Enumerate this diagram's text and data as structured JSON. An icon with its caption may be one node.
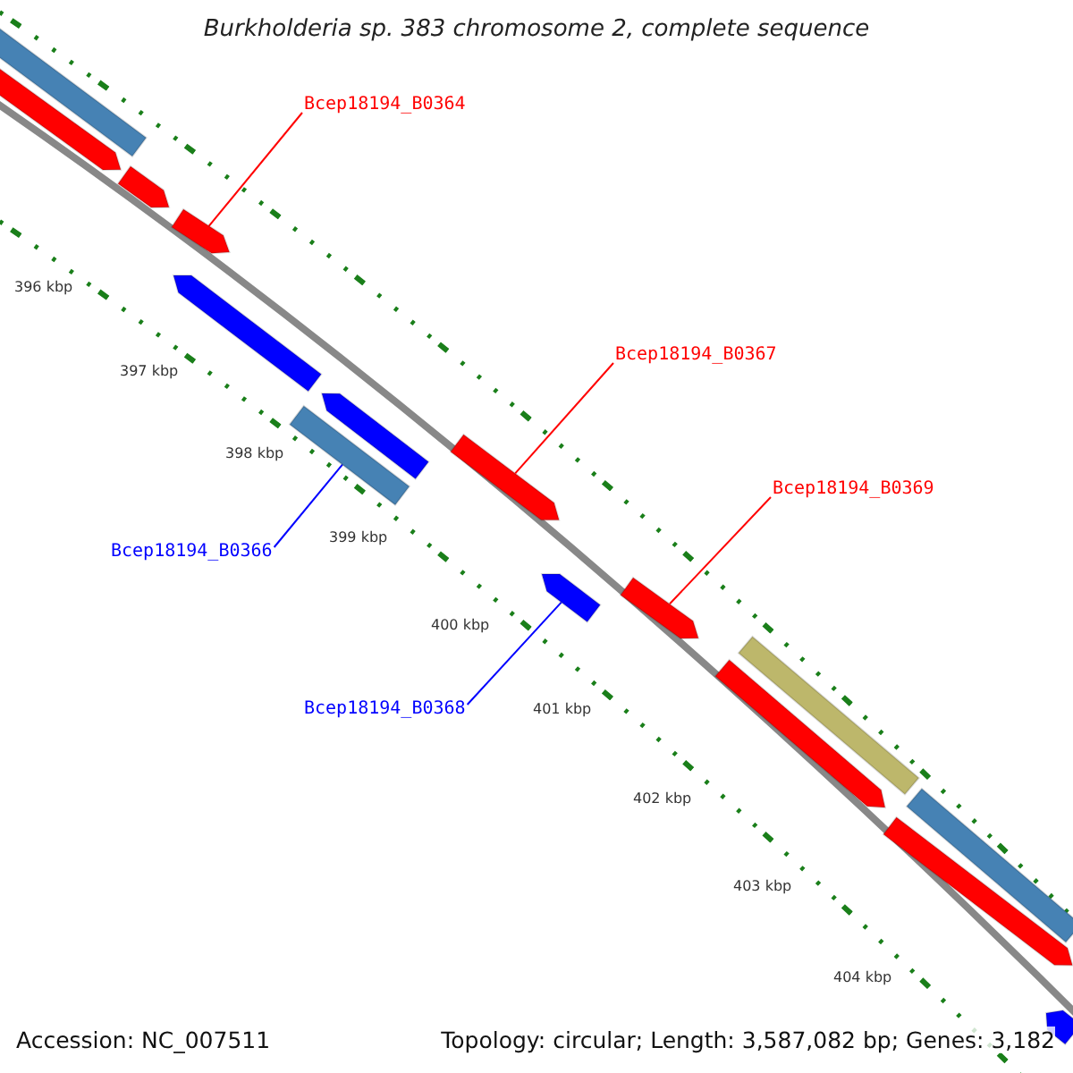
{
  "diagram": {
    "title": "Burkholderia sp. 383 chromosome 2, complete sequence",
    "nodes": [
      {
        "text": [
          "Bcep18194_B0364"
        ]
      },
      {
        "text": [
          "Bcep18194_B0366"
        ]
      },
      {
        "text": [
          "Bcep18194_B0367"
        ]
      },
      {
        "text": [
          "Bcep18194_B0368"
        ]
      },
      {
        "text": [
          "Bcep18194_B0369"
        ]
      },
      {
        "text": [],
        "shape": "bar"
      },
      {
        "text": [],
        "shape": "pentagon"
      },
      {
        "text": [],
        "shape": "pentagon"
      },
      {
        "text": [],
        "shape": "pentagon"
      },
      {
        "text": [],
        "shape": "pentagon"
      },
      {
        "text": [],
        "shape": "bar"
      },
      {
        "text": [],
        "shape": "pentagon"
      },
      {
        "text": [],
        "shape": "pentagon"
      },
      {
        "text": [],
        "shape": "pentagon"
      },
      {
        "text": [],
        "shape": "pentagon"
      },
      {
        "text": [],
        "shape": "pentagon"
      },
      {
        "text": [],
        "shape": "bar"
      },
      {
        "text": [],
        "shape": "pentagon"
      },
      {
        "text": [],
        "shape": "bar"
      },
      {
        "text": [],
        "shape": "pentagon"
      }
    ],
    "edges": [
      {
        "from": 0,
        "to": 8,
        "arrow": "none"
      },
      {
        "from": 1,
        "to": 10,
        "arrow": "none",
        "color": "#0000ff"
      },
      {
        "from": 2,
        "to": 12,
        "arrow": "none"
      },
      {
        "from": 3,
        "to": 13,
        "arrow": "none",
        "color": "#0000ff"
      },
      {
        "from": 4,
        "to": 14,
        "arrow": "none"
      }
    ],
    "labels": [
      "396 kbp",
      "397 kbp",
      "398 kbp",
      "399 kbp",
      "400 kbp",
      "401 kbp",
      "402 kbp",
      "403 kbp",
      "404 kbp",
      "Accession: NC_007511",
      "Topology: circular; Length: 3,587,082 bp; Genes: 3,182"
    ]
  }
}
